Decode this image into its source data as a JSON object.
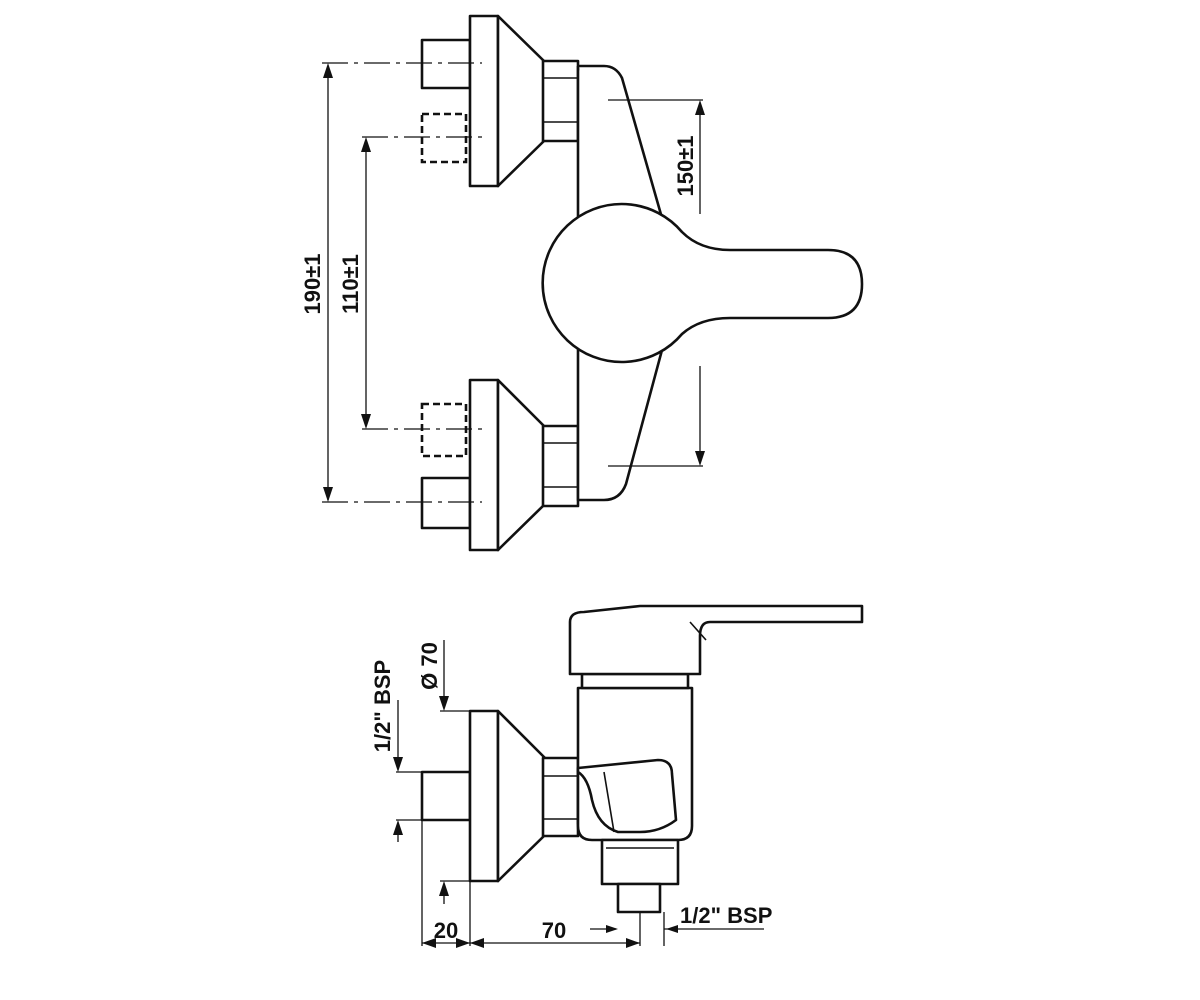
{
  "dimensions": {
    "overall_height": "190±1",
    "inlet_centers": "110±1",
    "handle_span": "150±1",
    "flange_diameter": "Ø 70",
    "side_thread": "1/2\" BSP",
    "inlet_depth": "20",
    "outlet_offset": "70",
    "outlet_thread": "1/2\" BSP"
  }
}
